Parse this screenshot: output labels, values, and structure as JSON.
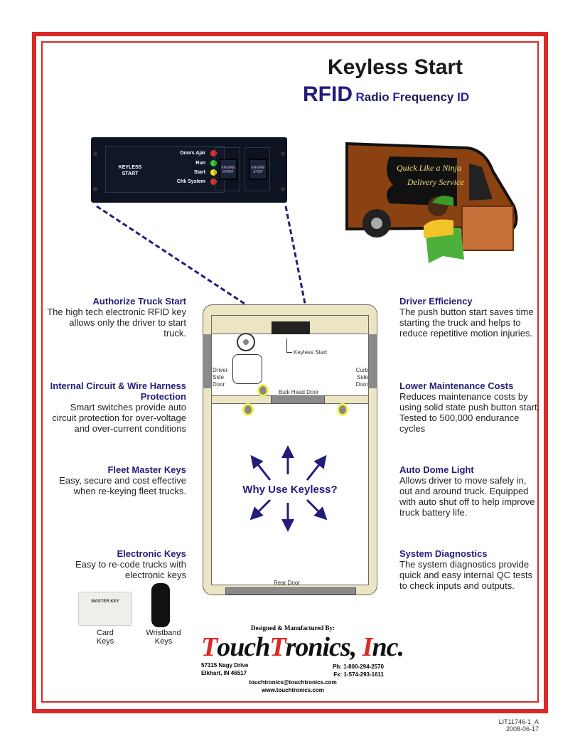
{
  "header": {
    "title": "Keyless Start",
    "rfid": "RFID",
    "r": "R",
    "adio": "adio ",
    "f": "F",
    "requency": "requency ",
    "id": "ID"
  },
  "panel": {
    "label1": "KEYLESS",
    "label2": "START",
    "indicators": [
      {
        "label": "Doors Ajar",
        "color": "#e8302a"
      },
      {
        "label": "Run",
        "color": "#2fcf3a"
      },
      {
        "label": "Start",
        "color": "#f2e318"
      },
      {
        "label": "Chk System",
        "color": "#e8302a"
      }
    ],
    "start_button": "ENGINE START",
    "stop_button": "ENGINE STOP"
  },
  "van": {
    "line1": "Quick Like a Ninja",
    "line2": "Delivery Service"
  },
  "left_features": [
    {
      "title": "Authorize Truck Start",
      "text": "The high tech electronic RFID key allows only the driver to start truck."
    },
    {
      "title": "Internal Circuit & Wire Harness Protection",
      "text": "Smart switches provide auto circuit protection for over-voltage and over-current conditions"
    },
    {
      "title": "Fleet Master Keys",
      "text": "Easy, secure and cost effective when re-keying fleet trucks."
    },
    {
      "title": "Electronic Keys",
      "text": "Easy to re-code trucks with electronic keys"
    }
  ],
  "right_features": [
    {
      "title": "Driver Efficiency",
      "text": "The push button start saves time starting the truck and helps to reduce repetitive motion injuries."
    },
    {
      "title": "Lower Maintenance Costs",
      "text": "Reduces maintenance costs by using solid state push button start.  Tested to 500,000 endurance cycles"
    },
    {
      "title": "Auto Dome Light",
      "text": "Allows driver to move safely in, out and around truck.  Equipped with auto shut off to help improve truck battery life."
    },
    {
      "title": "System Diagnostics",
      "text": "The system diagnostics provide quick and easy internal QC tests to check inputs and outputs."
    }
  ],
  "diagram": {
    "keyless_start": "Keyless Start",
    "driver_door": "Driver Side Door",
    "curb_door": "Curb Side Door",
    "bulkhead": "Bulk Head Door",
    "center": "Why Use Keyless?",
    "rear": "Rear Door"
  },
  "keys": {
    "card": "Card Keys",
    "wristband": "Wristband Keys",
    "card_title": "MASTER KEY"
  },
  "footer": {
    "designed": "Designed & Manufactured By:",
    "logo_a": "T",
    "logo_b": "ouch",
    "logo_c": "T",
    "logo_d": "ronics, ",
    "logo_e": "I",
    "logo_f": "nc.",
    "addr1": "57315 Nagy Drive",
    "addr2": "Elkhart, IN 46517",
    "phone": "Ph:  1-800-294-2570",
    "fax": "Fx:  1-574-293-1611",
    "email": "touchtronics@touchtronics.com",
    "web": "www.touchtronics.com"
  },
  "doc": {
    "lit": "LIT11746-1_A",
    "date": "2008-06-17"
  }
}
